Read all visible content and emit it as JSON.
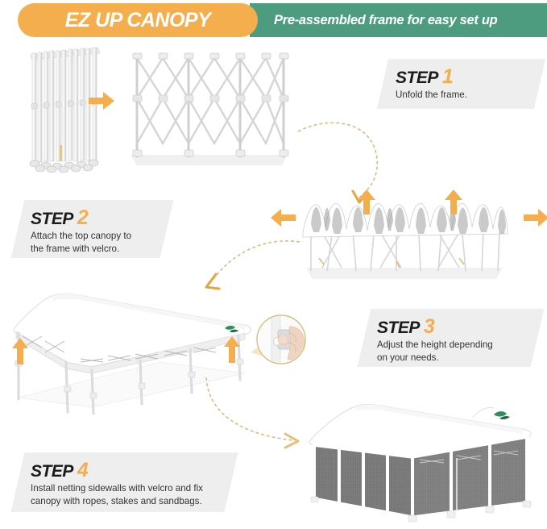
{
  "header": {
    "brand_title": "EZ UP CANOPY",
    "tagline": "Pre-assembled frame for easy set up",
    "orange_color": "#f5ae4d",
    "green_color": "#4d9c7f",
    "text_color": "#ffffff"
  },
  "theme": {
    "accent_orange": "#f5ae4d",
    "accent_green": "#4d9c7f",
    "callout_bg": "#eeeeee",
    "dashed_arrow_color": "#d8bd82",
    "step_title_color": "#1a1a1a",
    "step_desc_color": "#333333",
    "netting_color": "#6f6f6f",
    "frame_color": "#ffffff",
    "frame_outline": "#c9c9c9"
  },
  "steps": [
    {
      "id": 1,
      "title": "STEP",
      "number": "1",
      "description": "Unfold the frame."
    },
    {
      "id": 2,
      "title": "STEP",
      "number": "2",
      "description": "Attach the top canopy to\nthe frame with velcro."
    },
    {
      "id": 3,
      "title": "STEP",
      "number": "3",
      "description": "Adjust the height depending\non your needs."
    },
    {
      "id": 4,
      "title": "STEP",
      "number": "4",
      "description": "Install netting sidewalls with velcro and fix\ncanopy with ropes, stakes and sandbags."
    }
  ],
  "illustrations": [
    {
      "name": "folded-frame",
      "caption": "Folded canopy frame bundle, collapsed vertical poles with wheeled feet"
    },
    {
      "name": "unfolded-frame",
      "caption": "Unfolded scissor-lattice canopy frame on ground shadow"
    },
    {
      "name": "canopy-on-frame",
      "caption": "Top canopy fabric draped over partially expanded frame"
    },
    {
      "name": "assembled-canopy",
      "caption": "Fully assembled white canopy at full height"
    },
    {
      "name": "height-adjust-detail",
      "caption": "Close-up circular inset of hand pressing the leg height-lock button"
    },
    {
      "name": "netting-canopy",
      "caption": "Canopy with mesh netting sidewalls installed on all sides"
    }
  ],
  "arrows": {
    "transform_right": "arrow-right",
    "expand_up": "arrow-up",
    "expand_left": "arrow-left",
    "expand_right": "arrow-right",
    "raise_legs": "arrow-up",
    "flow_connector": "dashed-curved-arrow"
  }
}
